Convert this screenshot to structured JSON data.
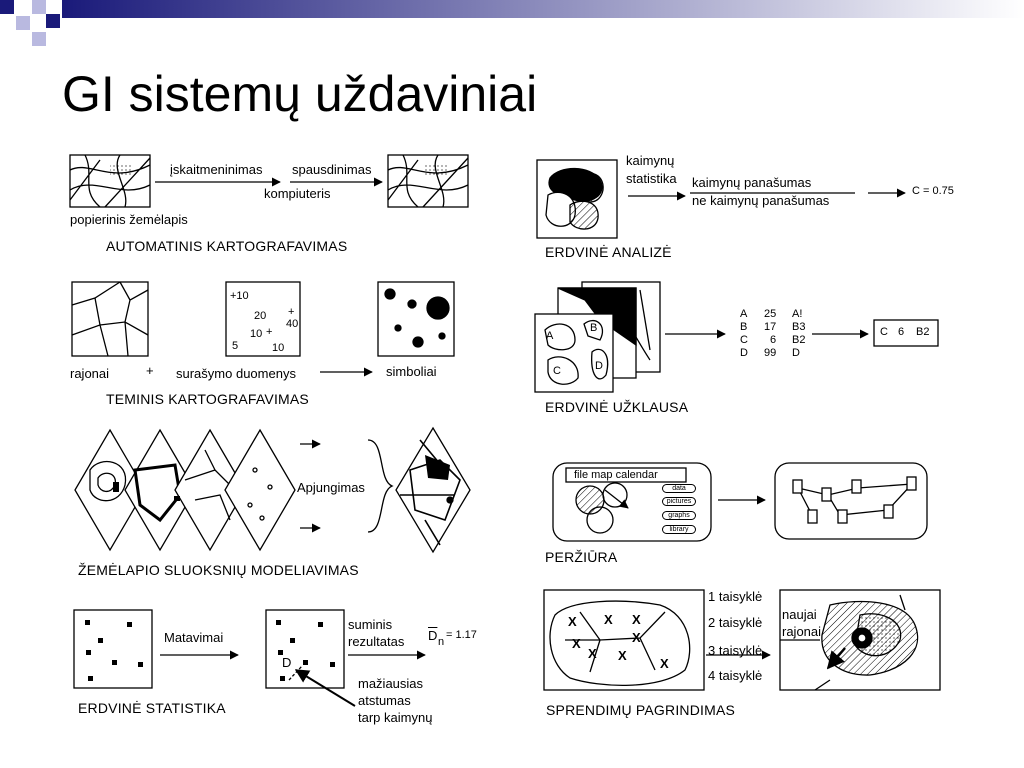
{
  "title": "GI sistemų uždaviniai",
  "panels": {
    "auto": {
      "caption": "AUTOMATINIS KARTOGRAFAVIMAS",
      "paper_map": "popierinis žemėlapis",
      "digitizing": "įskaitmeninimas",
      "printing": "spausdinimas",
      "computer": "kompiuteris"
    },
    "spatial_analysis": {
      "caption": "ERDVINĖ ANALIZĖ",
      "neighbor_stat_1": "kaimynų",
      "neighbor_stat_2": "statistika",
      "numerator": "kaimynų panašumas",
      "denominator": "ne kaimynų panašumas",
      "result": "C = 0.75"
    },
    "thematic": {
      "caption": "TEMINIS KARTOGRAFAVIMAS",
      "regions": "rajonai",
      "plus": "+",
      "census": "surašymo duomenys",
      "symbols": "simboliai",
      "values": [
        "+10",
        "20",
        "+",
        "40",
        "10",
        "+",
        "5",
        "10"
      ]
    },
    "query": {
      "caption": "ERDVINĖ UŽKLAUSA",
      "table_rows": [
        [
          "A",
          "25",
          "A!"
        ],
        [
          "B",
          "17",
          "B3"
        ],
        [
          "C",
          "6",
          "B2"
        ],
        [
          "D",
          "99",
          "D"
        ]
      ],
      "result_row": [
        "C",
        "6",
        "B2"
      ],
      "poly_labels": [
        "A",
        "B",
        "C",
        "D"
      ]
    },
    "overlay": {
      "caption": "ŽEMĖLAPIO SLUOKSNIŲ MODELIAVIMAS",
      "merge": "Apjungimas"
    },
    "browse": {
      "caption": "PERŽIŪRA",
      "menu": "file  map  calendar",
      "buttons": [
        "data",
        "pictures",
        "graphs",
        "library"
      ]
    },
    "statistics": {
      "caption": "ERDVINĖ STATISTIKA",
      "measurements": "Matavimai",
      "sum_result_1": "suminis",
      "sum_result_2": "rezultatas",
      "dn_value": "= 1.17",
      "dn_symbol": "D",
      "dn_sub": "n",
      "d_label": "D",
      "min_dist_1": "mažiausias",
      "min_dist_2": "atstumas",
      "min_dist_3": "tarp kaimynų"
    },
    "decision": {
      "caption": "SPRENDIMŲ PAGRINDIMAS",
      "rules": [
        "1 taisyklė",
        "2 taisyklė",
        "3 taisyklė",
        "4 taisyklė"
      ],
      "new_regions_1": "naujai",
      "new_regions_2": "rajonai",
      "x_mark": "X"
    }
  },
  "colors": {
    "banner_dark": "#1a1a7a",
    "banner_light": "#ffffff",
    "ink": "#000000"
  }
}
